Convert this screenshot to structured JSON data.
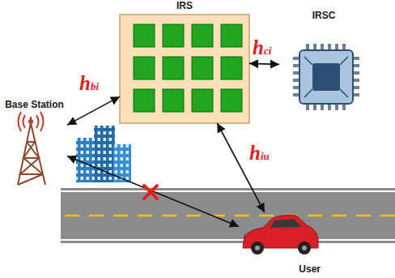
{
  "diagram": {
    "nodes": [
      {
        "text": [
          "IRS"
        ]
      },
      {
        "text": [
          "IRSC"
        ]
      },
      {
        "text": [
          "Base Station"
        ]
      },
      {
        "text": [
          "User"
        ]
      }
    ],
    "edges": [
      {
        "from": 2,
        "to": 0,
        "arrow": "both",
        "label": "hbi"
      },
      {
        "from": 0,
        "to": 1,
        "arrow": "both",
        "label": "hci"
      },
      {
        "from": 0,
        "to": 3,
        "arrow": "both",
        "label": "hiu"
      },
      {
        "from": 2,
        "to": 3,
        "arrow": "both"
      }
    ]
  }
}
